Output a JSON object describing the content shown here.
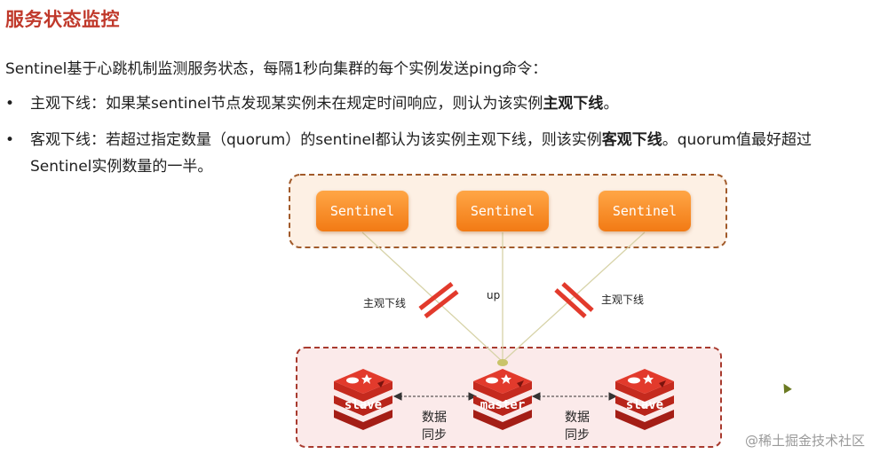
{
  "title": "服务状态监控",
  "intro": "Sentinel基于心跳机制监测服务状态，每隔1秒向集群的每个实例发送ping命令：",
  "bullets": [
    {
      "marker": "•",
      "pre": "主观下线：如果某sentinel节点发现某实例未在规定时间响应，则认为该实例",
      "strong": "主观下线",
      "post": "。"
    },
    {
      "marker": "•",
      "pre": "客观下线：若超过指定数量（quorum）的sentinel都认为该实例主观下线，则该实例",
      "strong": "客观下线",
      "post": "。quorum值最好超过Sentinel实例数量的一半。"
    }
  ],
  "diagram": {
    "sentinels": [
      "Sentinel",
      "Sentinel",
      "Sentinel"
    ],
    "edges": {
      "left": "主观下线",
      "middle": "up",
      "right": "主观下线"
    },
    "nodes": {
      "left": "slave",
      "center": "master",
      "right": "slave"
    },
    "sync_left": [
      "数据",
      "同步"
    ],
    "sync_right": [
      "数据",
      "同步"
    ],
    "colors": {
      "sentinel": "#f5851f",
      "sentinel_group_bg": "#fdf0e4",
      "redis_group_bg": "#fbeaea",
      "redis": "#d82c20",
      "strike": "#e23a2c",
      "dashed_border": "#a15a2a"
    }
  },
  "watermark": "@稀土掘金技术社区"
}
